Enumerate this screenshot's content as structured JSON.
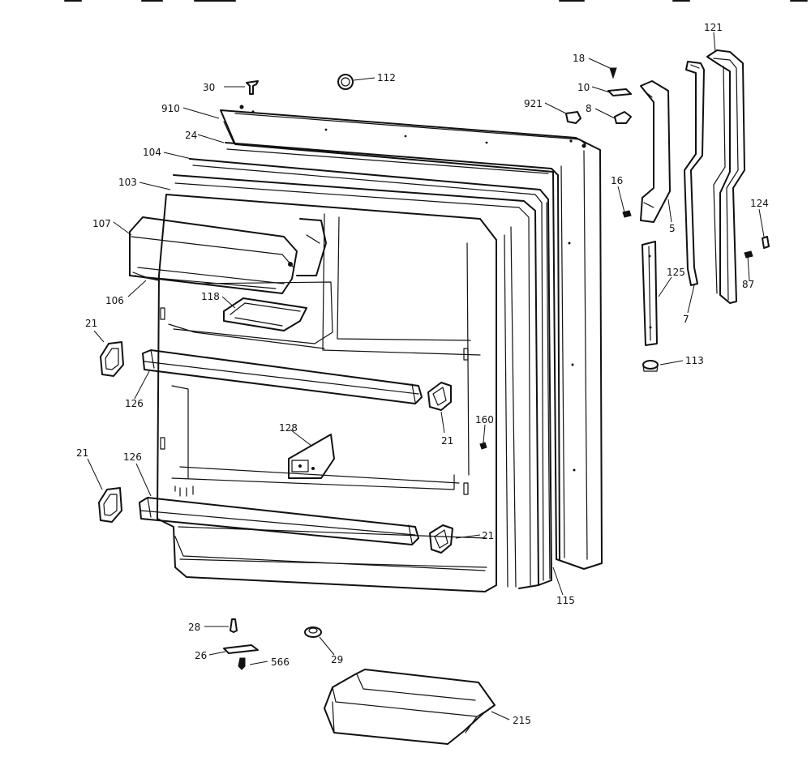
{
  "diagram": {
    "callouts": [
      {
        "id": "c-30",
        "label": "30"
      },
      {
        "id": "c-112",
        "label": "112"
      },
      {
        "id": "c-910",
        "label": "910"
      },
      {
        "id": "c-24",
        "label": "24"
      },
      {
        "id": "c-104",
        "label": "104"
      },
      {
        "id": "c-103",
        "label": "103"
      },
      {
        "id": "c-107",
        "label": "107"
      },
      {
        "id": "c-106",
        "label": "106"
      },
      {
        "id": "c-118",
        "label": "118"
      },
      {
        "id": "c-21-a",
        "label": "21"
      },
      {
        "id": "c-126-a",
        "label": "126"
      },
      {
        "id": "c-21-b",
        "label": "21"
      },
      {
        "id": "c-126-b",
        "label": "126"
      },
      {
        "id": "c-128",
        "label": "128"
      },
      {
        "id": "c-21-c",
        "label": "21"
      },
      {
        "id": "c-160",
        "label": "160"
      },
      {
        "id": "c-21-d",
        "label": "21"
      },
      {
        "id": "c-115",
        "label": "115"
      },
      {
        "id": "c-18",
        "label": "18"
      },
      {
        "id": "c-10",
        "label": "10"
      },
      {
        "id": "c-921",
        "label": "921"
      },
      {
        "id": "c-8",
        "label": "8"
      },
      {
        "id": "c-121",
        "label": "121"
      },
      {
        "id": "c-16",
        "label": "16"
      },
      {
        "id": "c-5",
        "label": "5"
      },
      {
        "id": "c-124",
        "label": "124"
      },
      {
        "id": "c-125",
        "label": "125"
      },
      {
        "id": "c-87",
        "label": "87"
      },
      {
        "id": "c-7",
        "label": "7"
      },
      {
        "id": "c-113",
        "label": "113"
      },
      {
        "id": "c-28",
        "label": "28"
      },
      {
        "id": "c-26",
        "label": "26"
      },
      {
        "id": "c-566",
        "label": "566"
      },
      {
        "id": "c-29",
        "label": "29"
      },
      {
        "id": "c-215",
        "label": "215"
      }
    ]
  }
}
